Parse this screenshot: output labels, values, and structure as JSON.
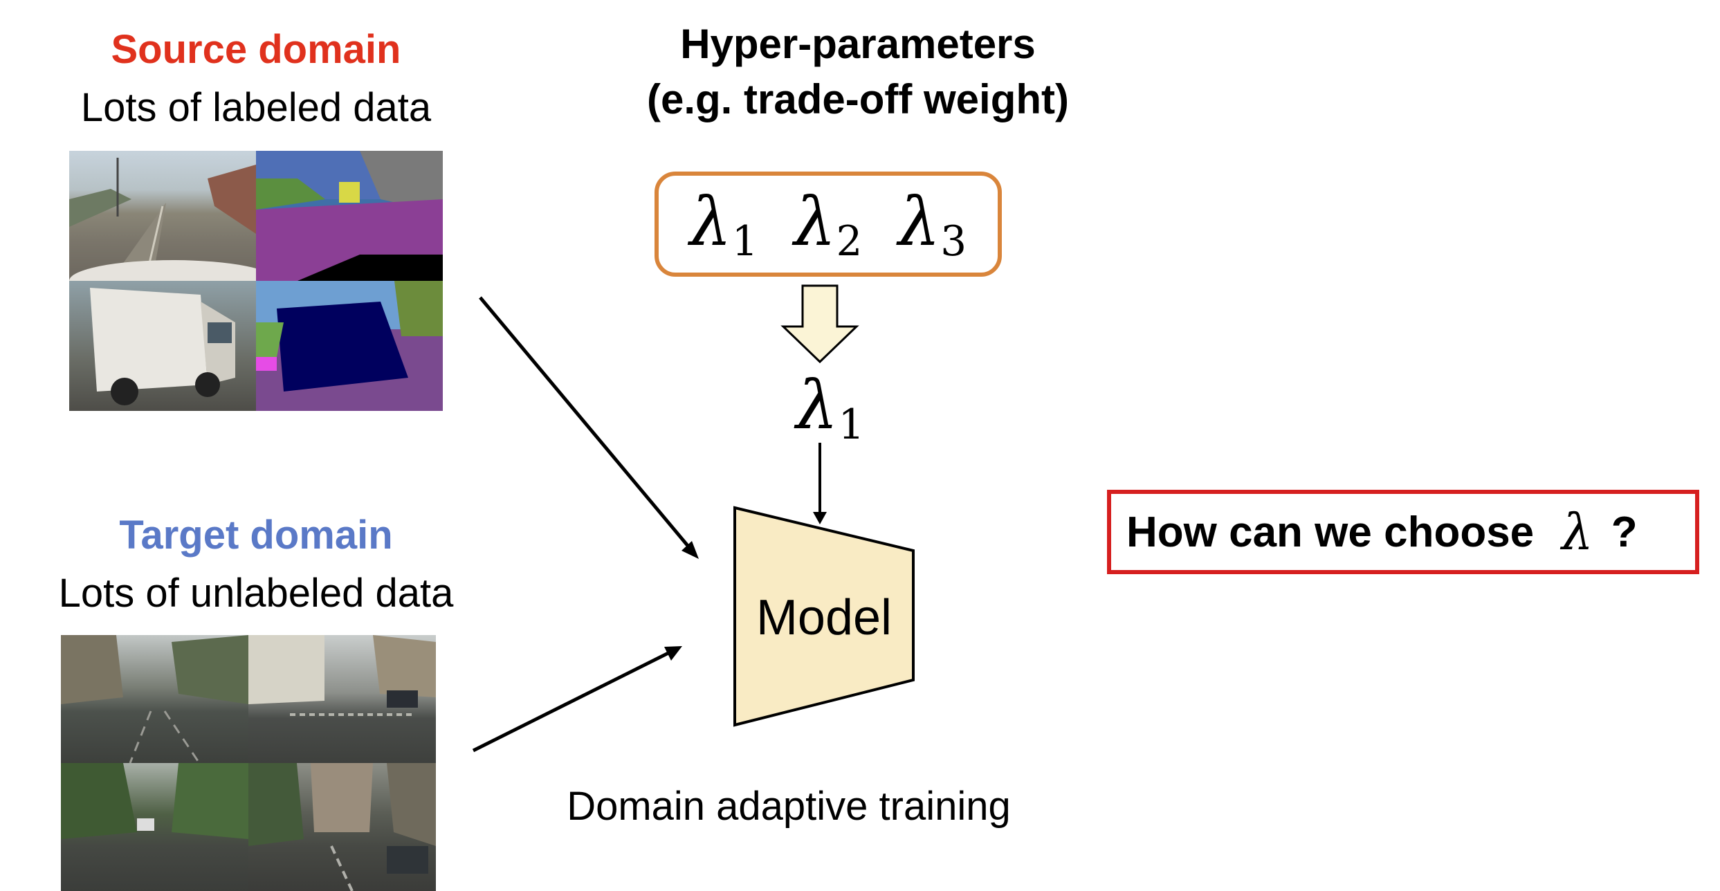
{
  "source": {
    "title": "Source domain",
    "subtitle": "Lots of labeled data",
    "title_color": "#e0311d"
  },
  "target": {
    "title": "Target domain",
    "subtitle": "Lots of unlabeled data",
    "title_color": "#5a79c7"
  },
  "hyperparams": {
    "line1": "Hyper-parameters",
    "line2": "(e.g. trade-off weight)",
    "symbol": "λ",
    "box_items": [
      {
        "sym": "λ",
        "sub": "1"
      },
      {
        "sym": "λ",
        "sub": "2"
      },
      {
        "sym": "λ",
        "sub": "3"
      }
    ],
    "selected": {
      "sym": "λ",
      "sub": "1"
    },
    "box_color": "#d9853b"
  },
  "model": {
    "label": "Model",
    "fill": "#f9ebc4"
  },
  "caption": "Domain adaptive training",
  "question": {
    "prefix": "How can we choose",
    "symbol": "λ",
    "suffix": "?",
    "border_color": "#d61f1f"
  }
}
